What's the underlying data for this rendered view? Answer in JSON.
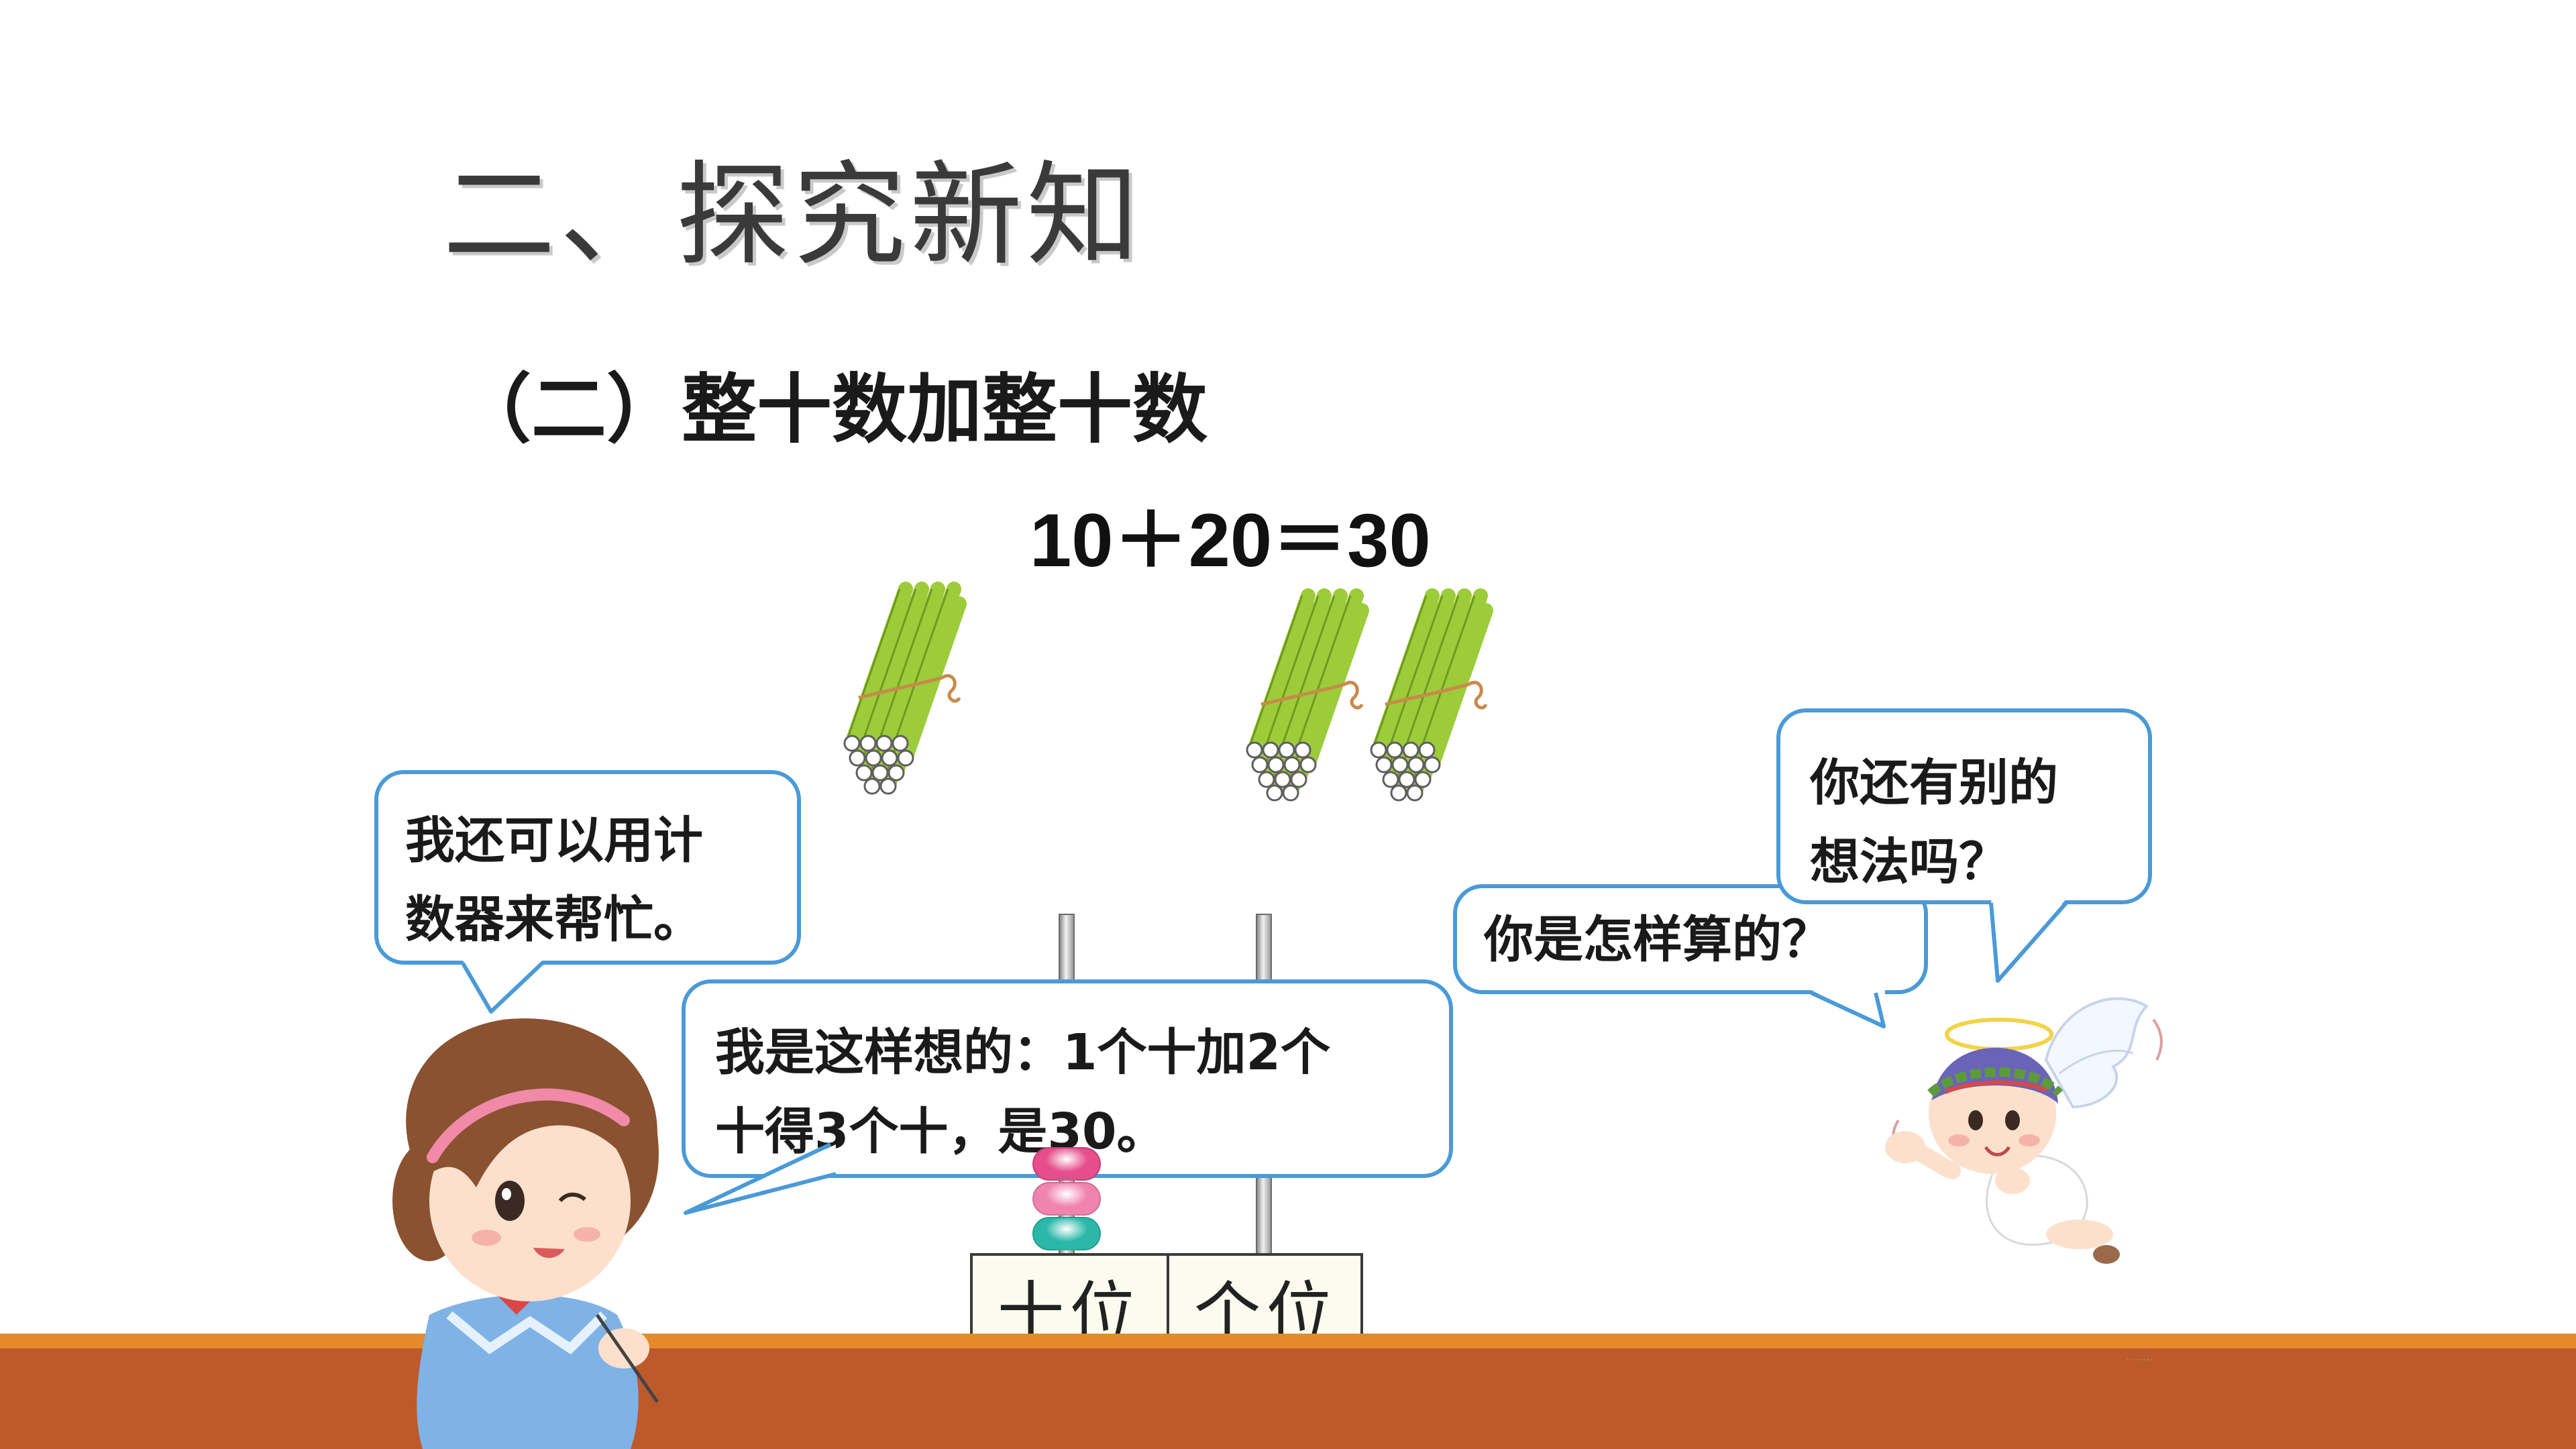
{
  "slide": {
    "title": "二、探究新知",
    "subtitle": "（二）整十数加整十数",
    "equation": "10＋20＝30"
  },
  "bundles": {
    "left_count": 1,
    "right_count": 2,
    "stick_color": "#9ccc3a",
    "string_color": "#c98a4a"
  },
  "bubbles": {
    "girl_top": "我还可以用计\n数器来帮忙。",
    "girl_main": "我是这样想的：1个十加2个\n十得3个十，是30。",
    "angel_how": "你是怎样算的？",
    "angel_other": "你还有别的\n想法吗？",
    "border_color": "#4a9ad8"
  },
  "abacus": {
    "tens_label": "十位",
    "ones_label": "个位",
    "tens_beads": 3,
    "ones_beads": 0,
    "bead_colors": [
      "#e64d8a",
      "#f083b0",
      "#2bb8a8"
    ]
  },
  "footer": {
    "credit": "· · · · · · · ·",
    "strip_color": "#e48a2a",
    "floor_color": "#bc5a2c"
  }
}
